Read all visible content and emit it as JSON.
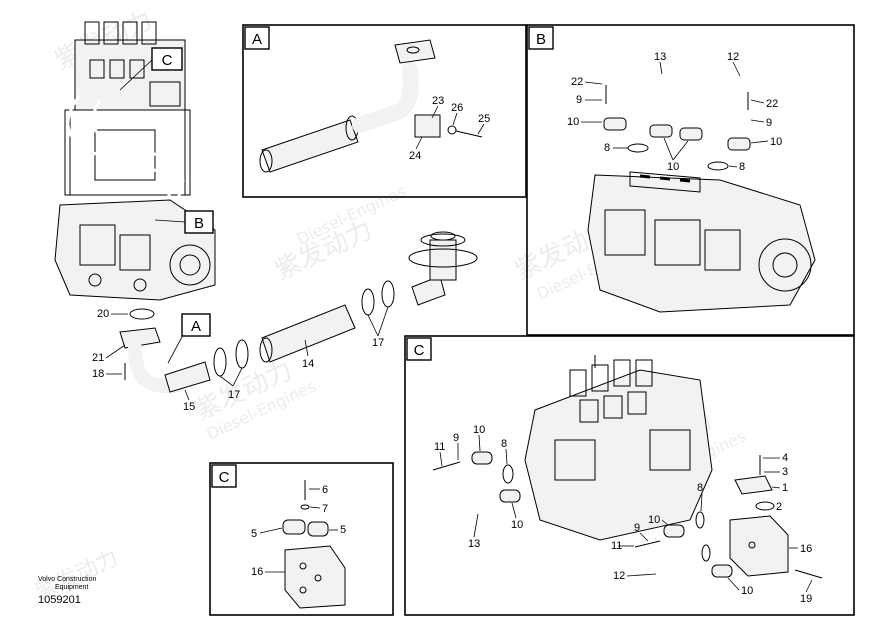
{
  "diagram": {
    "views": [
      {
        "id": "A",
        "label": "A"
      },
      {
        "id": "B",
        "label": "B"
      },
      {
        "id": "C",
        "label": "C"
      }
    ],
    "main_callouts": {
      "c": "C",
      "b": "B",
      "a": "A"
    },
    "main_labels": {
      "p20": "20",
      "p21": "21",
      "p18": "18",
      "p15": "15",
      "p17a": "17",
      "p14": "14",
      "p17b": "17"
    },
    "panel_a_labels": {
      "p23": "23",
      "p26": "26",
      "p25": "25",
      "p24": "24"
    },
    "panel_b_labels": {
      "p13": "13",
      "p12": "12",
      "p22a": "22",
      "p9a": "9",
      "p10a": "10",
      "p8a": "8",
      "p10b": "10",
      "p22b": "22",
      "p9b": "9",
      "p10c": "10",
      "p8b": "8"
    },
    "panel_c_small_labels": {
      "p6": "6",
      "p7": "7",
      "p5a": "5",
      "p5b": "5",
      "p16": "16"
    },
    "panel_c_large_labels": {
      "p11": "11",
      "p9": "9",
      "p10a": "10",
      "p8a": "8",
      "p13": "13",
      "p10b": "10",
      "p4": "4",
      "p3": "3",
      "p1": "1",
      "p2": "2",
      "p8b": "8",
      "p10c": "10",
      "p11b": "11",
      "p9b": "9",
      "p16": "16",
      "p12": "12",
      "p10d": "10",
      "p19": "19"
    },
    "footer": {
      "company": "Volvo Construction",
      "division": "Equipment",
      "drawing_number": "1059201"
    },
    "watermark": {
      "brand_cn": "紫发动力",
      "brand_en": "Diesel-Engines"
    }
  }
}
